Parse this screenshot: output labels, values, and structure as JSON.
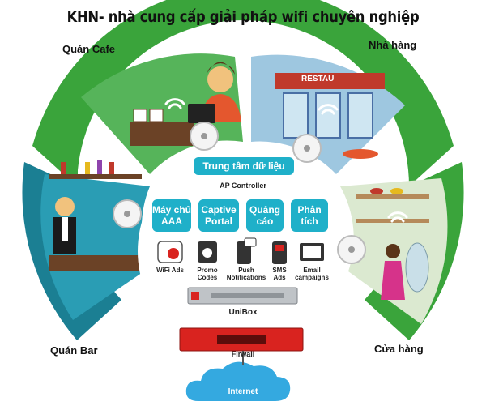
{
  "title": "KHN- nhà cung cấp giải pháp wifi chuyên nghiệp",
  "segments": {
    "cafe": "Quán Cafe",
    "restaurant": "Nhà hàng",
    "bar": "Quán Bar",
    "store": "Cửa hàng"
  },
  "restaurant_sign": "RESTAU",
  "center": {
    "datacenter": "Trung tâm dữ liệu",
    "ap_controller": "AP Controller",
    "modules": [
      {
        "line1": "Máy chủ",
        "line2": "AAA"
      },
      {
        "line1": "Captive",
        "line2": "Portal"
      },
      {
        "line1": "Quảng",
        "line2": "cáo"
      },
      {
        "line1": "Phân",
        "line2": "tích"
      }
    ],
    "ad_types": [
      {
        "line1": "WiFi Ads",
        "line2": ""
      },
      {
        "line1": "Promo",
        "line2": "Codes"
      },
      {
        "line1": "Push",
        "line2": "Notifications"
      },
      {
        "line1": "SMS",
        "line2": "Ads"
      },
      {
        "line1": "Email",
        "line2": "campaigns"
      }
    ]
  },
  "devices": {
    "unibox": "UniBox",
    "firewall": "Firwall",
    "internet": "Internet"
  },
  "colors": {
    "teal": "#1fb0c9",
    "green": "#3aa43b",
    "dark_teal": "#1b7f93",
    "firewall_red": "#d9231f"
  }
}
